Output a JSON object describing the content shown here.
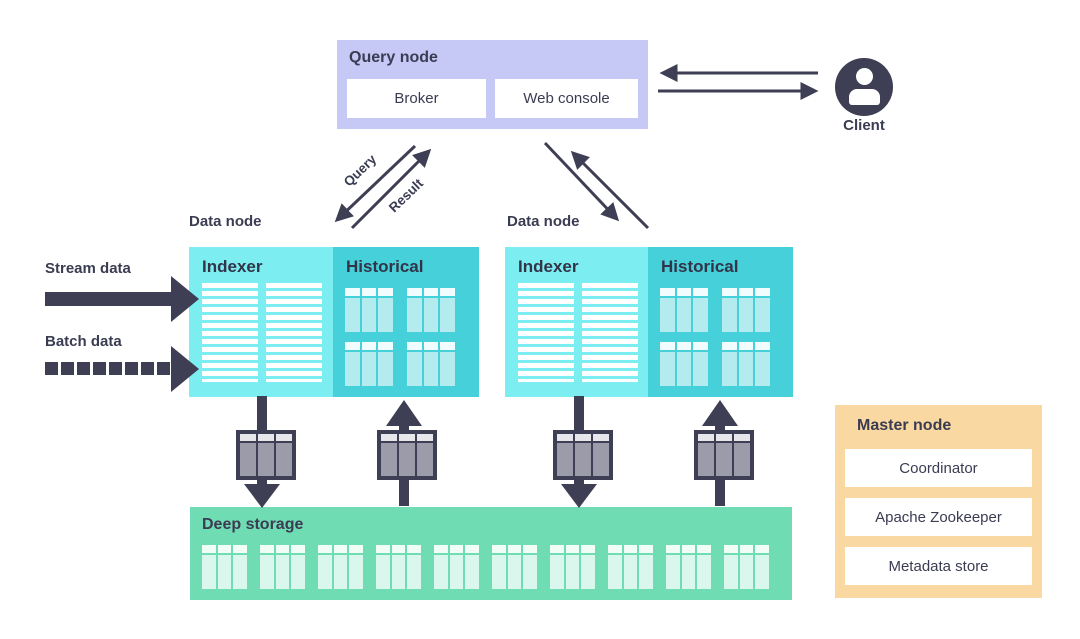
{
  "diagram": {
    "query_node": {
      "title": "Query node",
      "components": [
        {
          "label": "Broker"
        },
        {
          "label": "Web console"
        }
      ]
    },
    "client": {
      "label": "Client"
    },
    "edge_labels": {
      "query": "Query",
      "result": "Result"
    },
    "inputs": {
      "stream": "Stream data",
      "batch": "Batch data"
    },
    "data_nodes": [
      {
        "title": "Data node",
        "sections": [
          {
            "label": "Indexer"
          },
          {
            "label": "Historical"
          }
        ]
      },
      {
        "title": "Data node",
        "sections": [
          {
            "label": "Indexer"
          },
          {
            "label": "Historical"
          }
        ]
      }
    ],
    "deep_storage": {
      "title": "Deep storage"
    },
    "master_node": {
      "title": "Master node",
      "components": [
        {
          "label": "Coordinator"
        },
        {
          "label": "Apache Zookeeper"
        },
        {
          "label": "Metadata store"
        }
      ]
    },
    "colors": {
      "ink": "#3e3e54",
      "query_node_bg": "#c6c9f6",
      "indexer_bg": "#7ceef2",
      "historical_bg": "#46d0da",
      "historical_cell": "#b4ebee",
      "deep_storage_bg": "#70dcb4",
      "deep_storage_cell": "#d9f7ec",
      "master_node_bg": "#fad8a2",
      "segment_cell": "#9b9ba9"
    }
  }
}
